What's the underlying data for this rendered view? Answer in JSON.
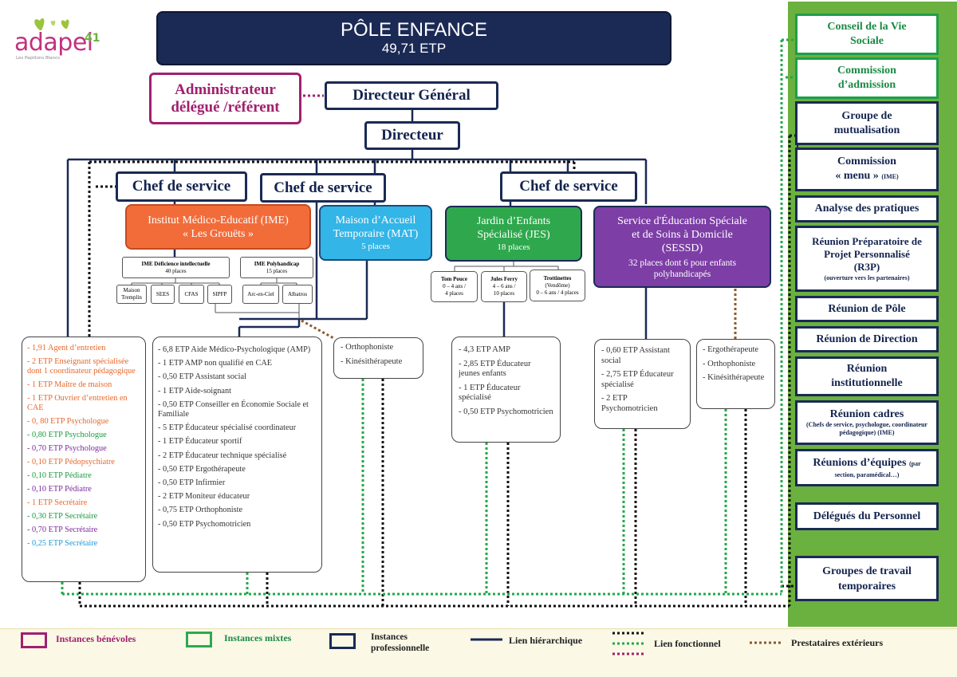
{
  "logo": {
    "name": "adapei",
    "number": "41",
    "tagline": "Les Papillons Blancs"
  },
  "header": {
    "title": "PÔLE ENFANCE",
    "subtitle": "49,71 ETP"
  },
  "admin": {
    "line1": "Administrateur",
    "line2": "délégué /référent"
  },
  "dg": "Directeur Général",
  "directeur": "Directeur",
  "chefs": [
    "Chef de service",
    "Chef de service",
    "Chef de service"
  ],
  "ime": {
    "line1": "Institut Médico-Educatif (IME)",
    "line2": "« Les Grouëts »",
    "deficience": {
      "title": "IME Déficience intellectuelle",
      "places": "40  places"
    },
    "polyhandicap": {
      "title": "IME Polyhandicap",
      "places": "15 places"
    },
    "units": [
      "Maison Tremplin",
      "SEES",
      "CFAS",
      "SIPFP",
      "Arc-en-Ciel",
      "Albatros"
    ]
  },
  "mat": {
    "line1": "Maison d’Accueil",
    "line2": "Temporaire (MAT)",
    "places": "5 places"
  },
  "jes": {
    "line1": "Jardin d’Enfants",
    "line2": "Spécialisé (JES)",
    "places": "18 places",
    "units": [
      {
        "name": "Tom Pouce",
        "detail1": "0 – 4 ans /",
        "detail2": "4 places"
      },
      {
        "name": "Jules Ferry",
        "detail1": "4 – 6 ans /",
        "detail2": "10 places"
      },
      {
        "name": "Trottinettes",
        "detail1": "(Vendôme)",
        "detail2": "0 – 6 ans / 4 places"
      }
    ]
  },
  "sessd": {
    "line1": "Service d'Éducation Spéciale",
    "line2": "et de Soins à Domicile",
    "line3": "(SESSD)",
    "places1": "32 places dont 6 pour enfants",
    "places2": "polyhandicapés"
  },
  "list_left": [
    {
      "t": "- 1,91 Agent d’entretien",
      "c": "#e8672a"
    },
    {
      "t": "- 2 ETP Enseignant spécialisée dont 1 coordinateur pédagogique",
      "c": "#e8672a"
    },
    {
      "t": "- 1 ETP Maître de maison",
      "c": "#e8672a"
    },
    {
      "t": "- 1 ETP Ouvrier d’entretien en CAE",
      "c": "#e8672a"
    },
    {
      "t": "- 0, 80 ETP Psychologue",
      "c": "#e8672a"
    },
    {
      "t": "- 0,80 ETP Psychologue",
      "c": "#1a9a3e"
    },
    {
      "t": "- 0,70 ETP Psychologue",
      "c": "#7a2a9a"
    },
    {
      "t": "- 0,10 ETP Pédopsychiatre",
      "c": "#e8672a"
    },
    {
      "t": "- 0,10 ETP Pédiatre",
      "c": "#1a9a3e"
    },
    {
      "t": "- 0,10 ETP Pédiatre",
      "c": "#7a2a9a"
    },
    {
      "t": "- 1 ETP Secrétaire",
      "c": "#e8672a"
    },
    {
      "t": "- 0,30 ETP Secrétaire",
      "c": "#1a9a3e"
    },
    {
      "t": "- 0,70 ETP Secrétaire",
      "c": "#7a2a9a"
    },
    {
      "t": "- 0,25 ETP Secrétaire",
      "c": "#1a9ad6"
    }
  ],
  "list_ime": [
    "- 6,8 ETP Aide Médico-Psychologique (AMP)",
    "- 1 ETP AMP non qualifié en CAE",
    "- 0,50 ETP Assistant social",
    "- 1 ETP Aide-soignant",
    "- 0,50 ETP Conseiller en Économie Sociale et Familiale",
    "- 5 ETP Éducateur spécialisé coordinateur",
    "- 1 ETP Éducateur sportif",
    "- 2 ETP Éducateur technique spécialisé",
    "- 0,50 ETP Ergothérapeute",
    "- 0,50 ETP Infirmier",
    "- 2 ETP Moniteur éducateur",
    "- 0,75 ETP  Orthophoniste",
    "- 0,50 ETP Psychomotricien"
  ],
  "list_ext_ime": [
    "-  Orthophoniste",
    "- Kinésithérapeute"
  ],
  "list_jes": [
    "- 4,3 ETP AMP",
    "- 2,85 ETP Éducateur jeunes enfants",
    "- 1 ETP Éducateur spécialisé",
    "- 0,50 ETP Psychomotricien"
  ],
  "list_sessd": [
    "- 0,60 ETP Assistant social",
    "- 2,75 ETP Éducateur spécialisé",
    "- 2 ETP Psychomotricien"
  ],
  "list_ext_sessd": [
    "- Ergothérapeute",
    "- Orthophoniste",
    "- Kinésithérapeute"
  ],
  "right": {
    "conseil": "Conseil de la Vie Sociale",
    "commission_admission": "Commission d’admission",
    "groupe": "Groupe de mutualisation",
    "commission_menu": "Commission",
    "commission_menu2": "« menu »",
    "commission_menu3": "(IME)",
    "analyse": "Analyse des pratiques",
    "r3p1": "Réunion Préparatoire de Projet Personnalisé",
    "r3p2": "(R3P)",
    "r3p3": "(ouverture vers les partenaires)",
    "pole": "Réunion de Pôle",
    "direction": "Réunion de Direction",
    "institutionnelle": "Réunion institutionnelle",
    "cadres": "Réunion cadres",
    "cadres2": "(Chefs de service, psychologue, coordinateur pédagogique) (IME)",
    "equipes": "Réunions d’équipes",
    "equipes2": "(par",
    "equipes3": "section, paramédical…)",
    "delegues": "Délégués du Personnel",
    "groupes": "Groupes de travail temporaires"
  },
  "legend": {
    "benevoles": "Instances bénévoles",
    "mixtes": "Instances mixtes",
    "professionnelle": "Instances professionnelle",
    "hierarchique": "Lien hiérarchique",
    "fonctionnel": "Lien fonctionnel",
    "prestataires": "Prestataires extérieurs"
  },
  "colors": {
    "navy": "#1b2a55",
    "green_panel": "#6bb13f",
    "orange": "#f26c3a",
    "blue": "#33b5e8",
    "green": "#2fa84d",
    "purple": "#7d3ea6",
    "magenta": "#a0206e"
  }
}
